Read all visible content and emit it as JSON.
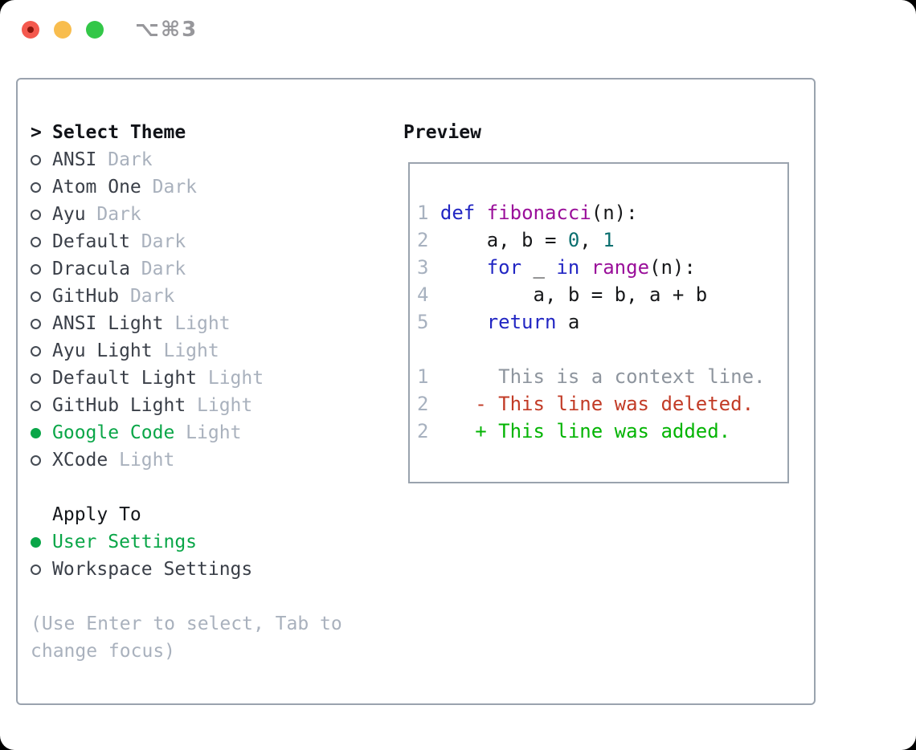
{
  "window": {
    "title": "⌥⌘3",
    "traffic_lights": [
      "close",
      "minimize",
      "zoom"
    ]
  },
  "theme_picker": {
    "prompt": ">",
    "header": "Select Theme",
    "themes": [
      {
        "name": "ANSI",
        "variant": "Dark",
        "selected": false
      },
      {
        "name": "Atom One",
        "variant": "Dark",
        "selected": false
      },
      {
        "name": "Ayu",
        "variant": "Dark",
        "selected": false
      },
      {
        "name": "Default",
        "variant": "Dark",
        "selected": false
      },
      {
        "name": "Dracula",
        "variant": "Dark",
        "selected": false
      },
      {
        "name": "GitHub",
        "variant": "Dark",
        "selected": false
      },
      {
        "name": "ANSI Light",
        "variant": "Light",
        "selected": false
      },
      {
        "name": "Ayu Light",
        "variant": "Light",
        "selected": false
      },
      {
        "name": "Default Light",
        "variant": "Light",
        "selected": false
      },
      {
        "name": "GitHub Light",
        "variant": "Light",
        "selected": false
      },
      {
        "name": "Google Code",
        "variant": "Light",
        "selected": true
      },
      {
        "name": "XCode",
        "variant": "Light",
        "selected": false
      }
    ],
    "apply_to": {
      "header": "Apply To",
      "options": [
        {
          "label": "User Settings",
          "selected": true
        },
        {
          "label": "Workspace Settings",
          "selected": false
        }
      ]
    },
    "hint": "(Use Enter to select, Tab to change focus)"
  },
  "preview": {
    "header": "Preview",
    "lines": [
      [
        [
          "num",
          "1"
        ],
        [
          "plain",
          " "
        ],
        [
          "kw",
          "def"
        ],
        [
          "plain",
          " "
        ],
        [
          "fn",
          "fibonacci"
        ],
        [
          "plain",
          "(n):"
        ]
      ],
      [
        [
          "num",
          "2"
        ],
        [
          "plain",
          "     a, b = "
        ],
        [
          "lit",
          "0"
        ],
        [
          "plain",
          ", "
        ],
        [
          "lit",
          "1"
        ]
      ],
      [
        [
          "num",
          "3"
        ],
        [
          "plain",
          "     "
        ],
        [
          "kw",
          "for"
        ],
        [
          "plain",
          " _ "
        ],
        [
          "kw",
          "in"
        ],
        [
          "plain",
          " "
        ],
        [
          "fn",
          "range"
        ],
        [
          "plain",
          "(n):"
        ]
      ],
      [
        [
          "num",
          "4"
        ],
        [
          "plain",
          "         a, b = b, a + b"
        ]
      ],
      [
        [
          "num",
          "5"
        ],
        [
          "plain",
          "     "
        ],
        [
          "kw",
          "return"
        ],
        [
          "plain",
          " a"
        ]
      ],
      [],
      [
        [
          "num",
          "1"
        ],
        [
          "ctx",
          "      This is a context line."
        ]
      ],
      [
        [
          "num",
          "2"
        ],
        [
          "del",
          "    - This line was deleted."
        ]
      ],
      [
        [
          "num",
          "2"
        ],
        [
          "add",
          "    + This line was added."
        ]
      ]
    ]
  },
  "colors": {
    "selection_green": "#0aa648",
    "diff_added_green": "#03b403",
    "diff_deleted_red": "#c23b26",
    "diff_context_gray": "#8e959e",
    "keyword_blue": "#2226c3",
    "function_purple": "#9a0f9a",
    "literal_teal": "#0b6f6f",
    "line_number_gray": "#a7b1bf",
    "muted_text": "#a9b1bd",
    "body_text": "#3a3f48",
    "border_gray": "#9aa3ae",
    "traffic_red": "#f4594e",
    "traffic_yellow": "#f8bd4e",
    "traffic_green": "#33c748"
  }
}
